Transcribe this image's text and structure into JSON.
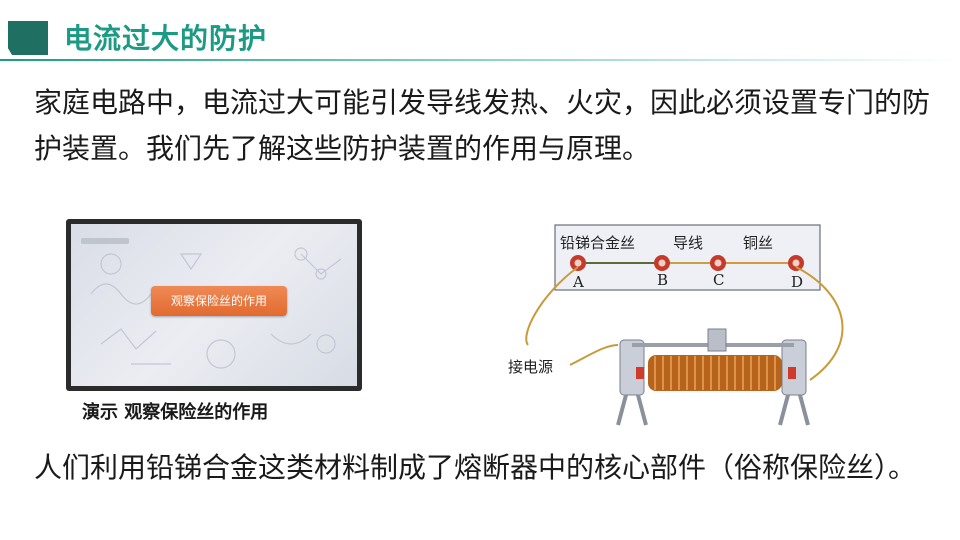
{
  "title": "电流过大的防护",
  "intro": "家庭电路中，电流过大可能引发导线发热、火灾，因此必须设置专门的防护装置。我们先了解这些防护装置的作用与原理。",
  "video": {
    "button_label": "观察保险丝的作用",
    "caption": "演示 观察保险丝的作用"
  },
  "diagram": {
    "label_alloy": "铅锑合金丝",
    "label_wire": "导线",
    "label_copper": "铜丝",
    "point_a": "A",
    "point_b": "B",
    "point_c": "C",
    "point_d": "D",
    "label_power": "接电源"
  },
  "conclusion": "人们利用铅锑合金这类材料制成了熔断器中的核心部件（俗称保险丝）。",
  "colors": {
    "accent": "#1c9a83",
    "button": "#e26a2f"
  }
}
